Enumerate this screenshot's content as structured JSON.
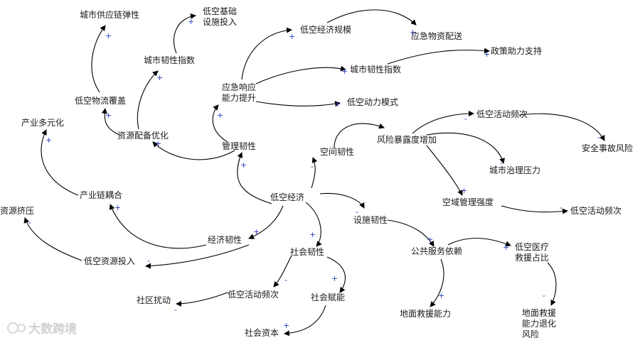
{
  "watermark": {
    "text": "大数跨境"
  },
  "nodes": {
    "low_alt_economy": "低空经济",
    "city_supply_resilience": "城市供应链弹性",
    "low_alt_infra": "低空基础\n设施投入",
    "city_resilience_index_left": "城市韧性指数",
    "low_alt_logistics": "低空物流覆盖",
    "industry_diversification": "产业多元化",
    "resource_optimization": "资源配备优化",
    "management_resilience": "管理韧性",
    "emergency_response": "应急响应\n能力提升",
    "low_alt_econ_scale": "低空经济规模",
    "emergency_supply": "应急物资配送",
    "policy_support": "政策助力支持",
    "city_resilience_index_mid": "城市韧性指数",
    "low_alt_power_mode": "低空动力模式",
    "spatial_resilience": "空间韧性",
    "risk_exposure": "风险暴露度增加",
    "low_alt_activity_freq_top": "低空活动频次",
    "safety_accident_risk": "安全事故风险",
    "city_governance_pressure": "城市治理压力",
    "airspace_mgmt_intensity": "空域管理强度",
    "low_alt_activity_freq_right": "低空活动频次",
    "industry_coupling": "产业链耦合",
    "resource_squeeze": "资源挤压",
    "economic_resilience": "经济韧性",
    "low_alt_resource_input": "低空资源投入",
    "facility_resilience": "设施韧性",
    "public_service_dependence": "公共服务依赖",
    "low_alt_medical_rescue": "低空医疗\n救援占比",
    "ground_rescue_capacity": "地面救援能力",
    "ground_rescue_degradation": "地面救援\n能力退化\n风险",
    "social_resilience": "社会韧性",
    "low_alt_activity_freq_bottom": "低空活动频次",
    "social_empowerment": "社会赋能",
    "community_disturbance": "社区扰动",
    "social_capital": "社会资本"
  },
  "polarity": {
    "plus": "+",
    "minus": "-"
  }
}
